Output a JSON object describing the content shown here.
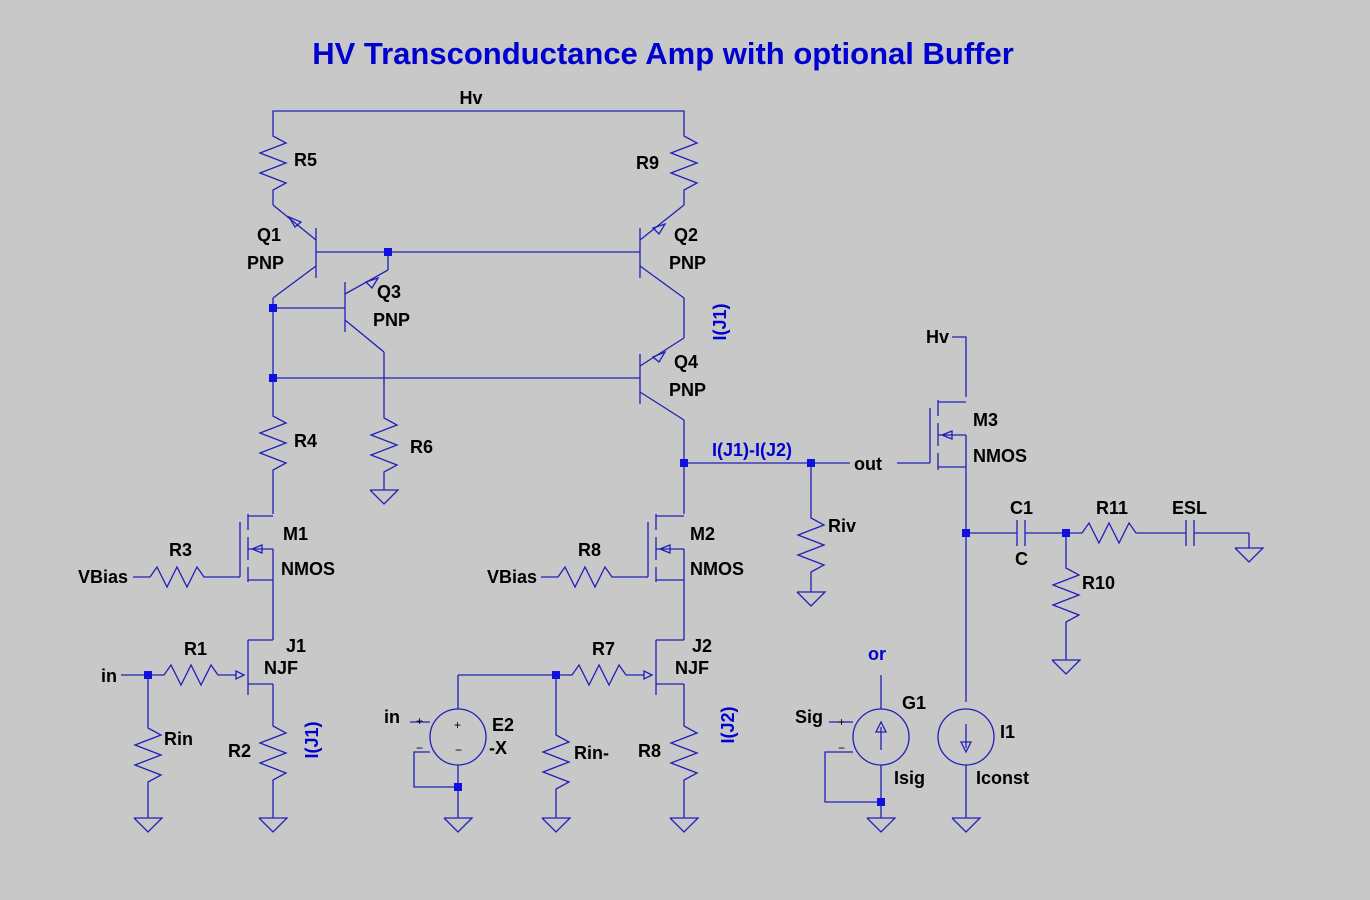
{
  "title": "HV Transconductance Amp with optional Buffer",
  "colors": {
    "background": "#c8c8c8",
    "wire": "#2020b8",
    "junction": "#1010e0",
    "title": "#0000d0",
    "label": "#000000"
  },
  "nets": {
    "hv_top": "Hv",
    "hv_buffer": "Hv",
    "out_node": "I(J1)-I(J2)",
    "out": "out",
    "vbias1": "VBias",
    "vbias2": "VBias",
    "in1": "in",
    "in2": "in",
    "sig": "Sig",
    "probe_j1_upper": "I(J1)",
    "probe_j1_lower": "I(J1)",
    "probe_j2": "I(J2)",
    "or_note": "or"
  },
  "components": {
    "R5": "R5",
    "R9": "R9",
    "Q1": {
      "name": "Q1",
      "type": "PNP"
    },
    "Q2": {
      "name": "Q2",
      "type": "PNP"
    },
    "Q3": {
      "name": "Q3",
      "type": "PNP"
    },
    "Q4": {
      "name": "Q4",
      "type": "PNP"
    },
    "R4": "R4",
    "R6": "R6",
    "M1": {
      "name": "M1",
      "type": "NMOS"
    },
    "M2": {
      "name": "M2",
      "type": "NMOS"
    },
    "M3": {
      "name": "M3",
      "type": "NMOS"
    },
    "R3": "R3",
    "R8a": "R8",
    "J1": {
      "name": "J1",
      "type": "NJF"
    },
    "J2": {
      "name": "J2",
      "type": "NJF"
    },
    "R1": "R1",
    "R7": "R7",
    "Rin": "Rin",
    "R2": "R2",
    "E2": {
      "name": "E2",
      "value": "-X"
    },
    "Rinm": "Rin-",
    "R8b": "R8",
    "Riv": "Riv",
    "G1": {
      "name": "G1",
      "value": "Isig"
    },
    "I1": {
      "name": "I1",
      "value": "Iconst"
    },
    "C1": {
      "name": "C1",
      "value": "C"
    },
    "R11": "R11",
    "ESL": "ESL",
    "R10": "R10"
  }
}
